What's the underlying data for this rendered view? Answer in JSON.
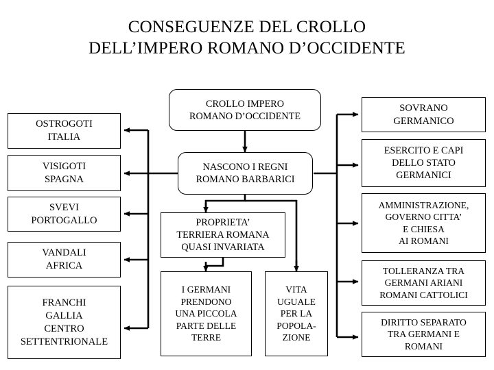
{
  "slide": {
    "title": "CONSEGUENZE DEL CROLLO\nDELL’IMPERO ROMANO D’OCCIDENTE",
    "background_color": "#FFFFFF",
    "line_color": "#000000",
    "text_color": "#000000"
  },
  "center": {
    "root": "CROLLO IMPERO\nROMANO D’OCCIDENTE",
    "regni": "NASCONO I REGNI\nROMANO BARBARICI",
    "proprieta": "PROPRIETA’\nTERRIERA ROMANA\nQUASI INVARIATA",
    "germani_terre": "I GERMANI\nPRENDONO\nUNA PICCOLA\nPARTE DELLE\nTERRE",
    "vita_uguale": "VITA\nUGUALE\nPER LA\nPOPOLA-\nZIONE"
  },
  "left": {
    "items": [
      {
        "label": "OSTROGOTI\nITALIA"
      },
      {
        "label": "VISIGOTI\nSPAGNA"
      },
      {
        "label": "SVEVI\nPORTOGALLO"
      },
      {
        "label": "VANDALI\nAFRICA"
      },
      {
        "label": "FRANCHI\nGALLIA\nCENTRO\nSETTENTRIONALE"
      }
    ]
  },
  "right": {
    "items": [
      {
        "label": "SOVRANO\nGERMANICO"
      },
      {
        "label": "ESERCITO E CAPI\nDELLO STATO\nGERMANICI"
      },
      {
        "label": "AMMINISTRAZIONE,\nGOVERNO CITTA’\nE CHIESA\nAI ROMANI"
      },
      {
        "label": "TOLLERANZA TRA\nGERMANI ARIANI\nROMANI CATTOLICI"
      },
      {
        "label": "DIRITTO SEPARATO\nTRA GERMANI E\nROMANI"
      }
    ]
  }
}
